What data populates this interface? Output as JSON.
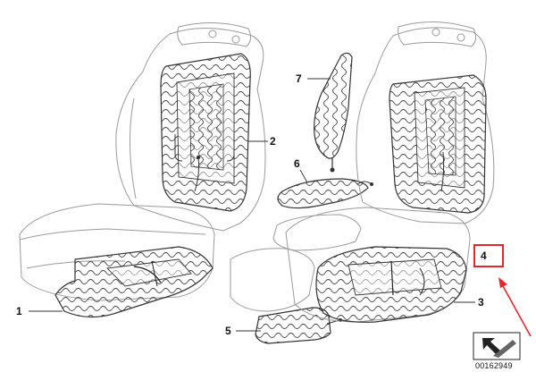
{
  "callouts": {
    "c1": "1",
    "c2": "2",
    "c3": "3",
    "c4": "4",
    "c5": "5",
    "c6": "6",
    "c7": "7"
  },
  "diagram_code": "00162949",
  "colors": {
    "outline": "#8a8a8a",
    "heater_wire": "#333333",
    "highlight": "#e8262a",
    "ink": "#111111"
  },
  "icons": {
    "arrow_box": "corner-arrow-icon"
  },
  "highlighted_part": "4"
}
